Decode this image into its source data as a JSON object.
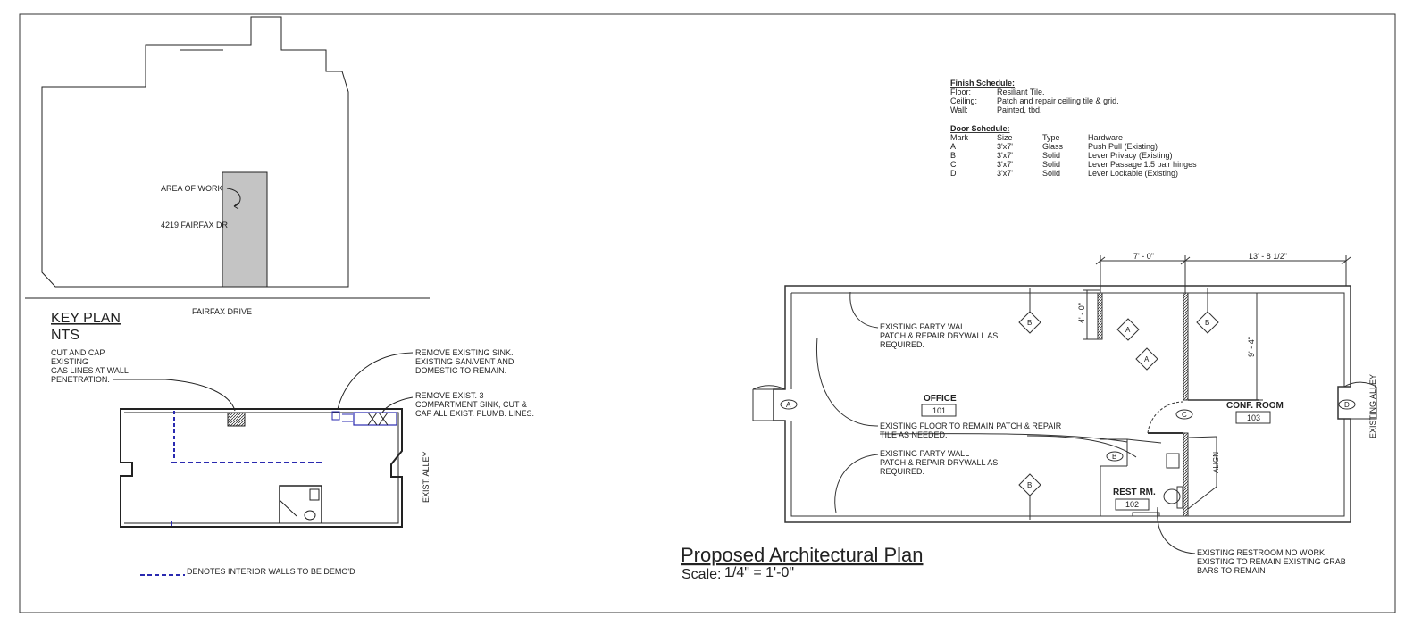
{
  "key_plan": {
    "area_of_work": "AREA OF WORK",
    "address": "4219 FAIRFAX DR",
    "street": "FAIRFAX DRIVE",
    "title": "KEY PLAN",
    "subtitle": "NTS"
  },
  "demo_plan": {
    "note_gas": [
      "CUT AND CAP",
      "EXISTING",
      "GAS LINES AT WALL",
      "PENETRATION."
    ],
    "note_sink": [
      "REMOVE EXISTING SINK.",
      "EXISTING SAN/VENT AND",
      "DOMESTIC TO REMAIN."
    ],
    "note_comp_sink": [
      "REMOVE EXIST. 3",
      "COMPARTMENT SINK, CUT &",
      "CAP ALL EXIST. PLUMB. LINES."
    ],
    "alley_label": "EXIST. ALLEY",
    "legend": "DENOTES INTERIOR WALLS TO BE DEMO'D",
    "wall_color": "#2a2ab0"
  },
  "finish_schedule": {
    "title": "Finish Schedule:",
    "rows": [
      {
        "label": "Floor:",
        "value": "Resiliant Tile."
      },
      {
        "label": "Ceiling:",
        "value": "Patch and repair ceiling tile & grid."
      },
      {
        "label": "Wall:",
        "value": "Painted, tbd."
      }
    ]
  },
  "door_schedule": {
    "title": "Door Schedule:",
    "headers": [
      "Mark",
      "Size",
      "Type",
      "Hardware"
    ],
    "rows": [
      [
        "A",
        "3'x7'",
        "Glass",
        "Push Pull (Existing)"
      ],
      [
        "B",
        "3'x7'",
        "Solid",
        "Lever Privacy (Existing)"
      ],
      [
        "C",
        "3'x7'",
        "Solid",
        "Lever Passage 1.5 pair hinges"
      ],
      [
        "D",
        "3'x7'",
        "Solid",
        "Lever Lockable (Existing)"
      ]
    ]
  },
  "proposed_plan": {
    "title": "Proposed Architectural Plan",
    "scale_label": "Scale:",
    "scale_value": "1/4\" = 1'-0\"",
    "dim_top_left": "7' - 0\"",
    "dim_top_right": "13' - 8 1/2\"",
    "dim_vertical_left": "4' - 0\"",
    "dim_vertical_right": "9' - 4\"",
    "office": {
      "name": "OFFICE",
      "number": "101"
    },
    "conf_room": {
      "name": "CONF. ROOM",
      "number": "103"
    },
    "rest_room": {
      "name": "REST RM.",
      "number": "102"
    },
    "note_party_wall_top": [
      "EXISTING PARTY WALL",
      "PATCH & REPAIR DRYWALL AS",
      "REQUIRED."
    ],
    "note_floor": [
      "EXISTING FLOOR TO REMAIN PATCH & REPAIR",
      "TILE AS NEEDED."
    ],
    "note_party_wall_bottom": [
      "EXISTING PARTY WALL",
      "PATCH & REPAIR DRYWALL AS",
      "REQUIRED."
    ],
    "note_restroom": [
      "EXISTING RESTROOM NO WORK",
      "EXISTING TO REMAIN  EXISTING GRAB",
      "BARS TO REMAIN"
    ],
    "align_label": "ALIGN",
    "alley_label": "EXISTING ALLEY",
    "door_tags": [
      "A",
      "B",
      "C",
      "D"
    ]
  }
}
